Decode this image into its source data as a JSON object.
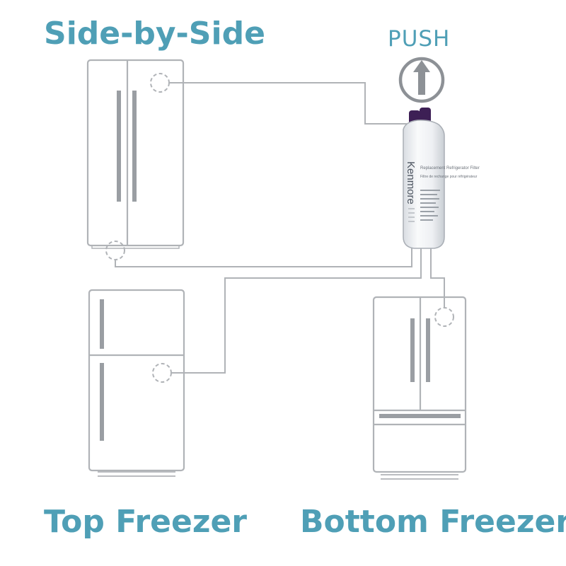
{
  "labels": {
    "side_by_side": "Side-by-Side",
    "top_freezer": "Top Freezer",
    "bottom_freezer": "Bottom Freezer",
    "push": "PUSH"
  },
  "filter": {
    "brand": "Kenmore",
    "text_en": "Replacement Refrigerator Filter",
    "text_fr": "Filtre de rechange pour réfrigérateur"
  },
  "icons": {
    "push_arrow": "arrow-up-circle-icon"
  },
  "colors": {
    "accent": "#4f9fb6",
    "outline": "#b0b3b7",
    "handle": "#9a9ea3",
    "cap": "#3d1f55",
    "push": "#8d9196"
  }
}
